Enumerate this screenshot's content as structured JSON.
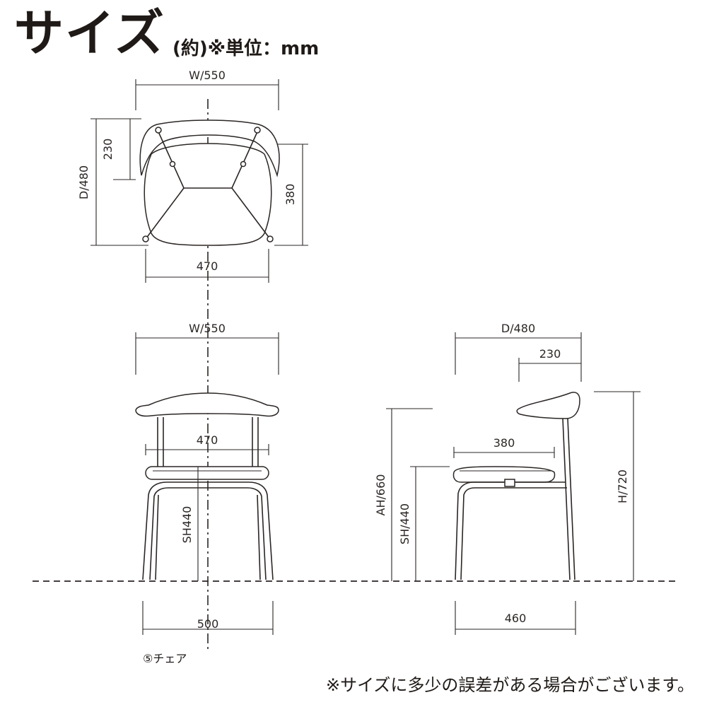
{
  "title": "サイズ",
  "subtitle": "(約)※単位：mm",
  "caption": "⑤チェア",
  "note": "※サイズに多少の誤差がある場合がございます。",
  "dimensions": {
    "top_width": "W/550",
    "top_depth": "D/480",
    "top_back_depth": "230",
    "top_arm_depth": "380",
    "top_seat_width": "470",
    "front_width": "W/550",
    "front_seat_width": "470",
    "front_seat_height": "SH440",
    "front_base_width": "500",
    "side_depth": "D/480",
    "side_back_depth": "230",
    "side_seat_depth": "380",
    "side_arm_height": "AH/660",
    "side_seat_height": "SH/440",
    "side_total_height": "H/720",
    "side_base_depth": "460"
  }
}
